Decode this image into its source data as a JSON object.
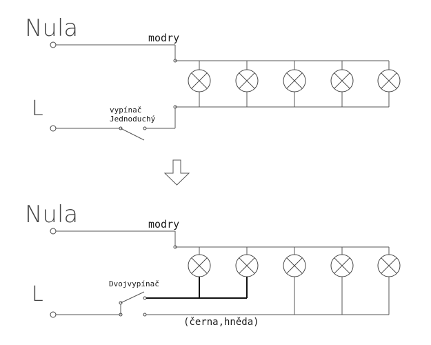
{
  "top_diagram": {
    "neutral_label": "Nula",
    "wire_label": "modry",
    "line_label": "L",
    "switch_label_line1": "vypínač",
    "switch_label_line2": "Jednoduchý",
    "lamp_count": 5
  },
  "bottom_diagram": {
    "neutral_label": "Nula",
    "wire_label": "modry",
    "line_label": "L",
    "switch_label": "Dvojvypínač",
    "wire_colors_label": "(černa,hněda)",
    "lamp_count": 5
  },
  "arrow_icon": "down-arrow-icon",
  "colors": {
    "line": "#555555",
    "ink": "#1a1a1a"
  }
}
